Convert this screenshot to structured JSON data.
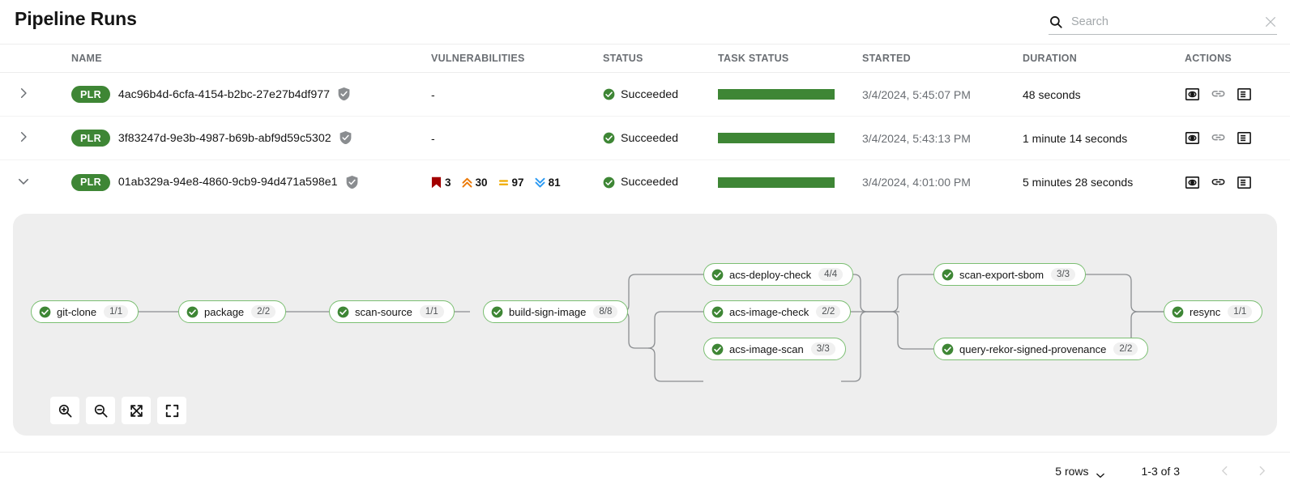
{
  "header": {
    "title": "Pipeline Runs",
    "search": {
      "placeholder": "Search",
      "value": "",
      "icon": "search-icon",
      "clear_icon": "close-icon"
    }
  },
  "table": {
    "columns": [
      "NAME",
      "VULNERABILITIES",
      "STATUS",
      "TASK STATUS",
      "STARTED",
      "DURATION",
      "ACTIONS"
    ],
    "rows": [
      {
        "expanded": false,
        "badge": "PLR",
        "name": "4ac96b4d-6cfa-4154-b2bc-27e27b4df977",
        "signed_icon": "shield-check-icon",
        "vulnerabilities": "-",
        "vuln_counts": null,
        "status": "Succeeded",
        "task_status_percent": 100,
        "started": "3/4/2024, 5:45:07 PM",
        "duration": "48 seconds",
        "actions": [
          "view-output-icon",
          "link-icon",
          "logs-icon"
        ]
      },
      {
        "expanded": false,
        "badge": "PLR",
        "name": "3f83247d-9e3b-4987-b69b-abf9d59c5302",
        "signed_icon": "shield-check-icon",
        "vulnerabilities": "-",
        "vuln_counts": null,
        "status": "Succeeded",
        "task_status_percent": 100,
        "started": "3/4/2024, 5:43:13 PM",
        "duration": "1 minute 14 seconds",
        "actions": [
          "view-output-icon",
          "link-icon",
          "logs-icon"
        ]
      },
      {
        "expanded": true,
        "badge": "PLR",
        "name": "01ab329a-94e8-4860-9cb9-94d471a598e1",
        "signed_icon": "shield-check-icon",
        "vulnerabilities": "",
        "vuln_counts": {
          "critical": "3",
          "high": "30",
          "medium": "97",
          "low": "81"
        },
        "status": "Succeeded",
        "task_status_percent": 100,
        "started": "3/4/2024, 4:01:00 PM",
        "duration": "5 minutes 28 seconds",
        "actions": [
          "view-output-icon",
          "link-icon",
          "logs-icon"
        ]
      }
    ]
  },
  "colors": {
    "success_green": "#3e8635",
    "node_border": "#7bbf72",
    "critical": "#a30000",
    "high": "#ec7a08",
    "medium": "#f0ab00",
    "low": "#2b9af3",
    "panel_bg": "#eeeeee"
  },
  "graph": {
    "nodes": [
      {
        "id": "git-clone",
        "label": "git-clone",
        "count": "1/1",
        "status": "succeeded"
      },
      {
        "id": "package",
        "label": "package",
        "count": "2/2",
        "status": "succeeded"
      },
      {
        "id": "scan-source",
        "label": "scan-source",
        "count": "1/1",
        "status": "succeeded"
      },
      {
        "id": "build-sign-image",
        "label": "build-sign-image",
        "count": "8/8",
        "status": "succeeded"
      },
      {
        "id": "acs-deploy-check",
        "label": "acs-deploy-check",
        "count": "4/4",
        "status": "succeeded"
      },
      {
        "id": "acs-image-check",
        "label": "acs-image-check",
        "count": "2/2",
        "status": "succeeded"
      },
      {
        "id": "acs-image-scan",
        "label": "acs-image-scan",
        "count": "3/3",
        "status": "succeeded"
      },
      {
        "id": "scan-export-sbom",
        "label": "scan-export-sbom",
        "count": "3/3",
        "status": "succeeded"
      },
      {
        "id": "query-rekor-signed-provenance",
        "label": "query-rekor-signed-provenance",
        "count": "2/2",
        "status": "succeeded"
      },
      {
        "id": "resync",
        "label": "resync",
        "count": "1/1",
        "status": "succeeded"
      }
    ],
    "controls": [
      {
        "name": "zoom-in-button",
        "icon": "zoom-in-icon"
      },
      {
        "name": "zoom-out-button",
        "icon": "zoom-out-icon"
      },
      {
        "name": "fit-to-screen-button",
        "icon": "expand-arrows-icon"
      },
      {
        "name": "fullscreen-button",
        "icon": "fullscreen-icon"
      }
    ]
  },
  "footer": {
    "rows_per_page": "5 rows",
    "range": "1-3 of 3",
    "prev_icon": "chevron-left-icon",
    "next_icon": "chevron-right-icon"
  }
}
